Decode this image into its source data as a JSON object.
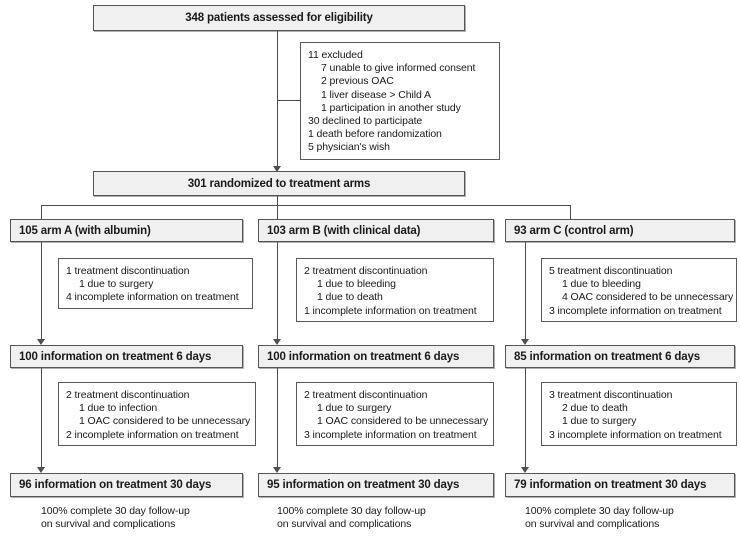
{
  "diagram": {
    "title": "CONSORT patient flow diagram",
    "colors": {
      "box_fill_primary": "#f0f0f0",
      "box_fill_detail": "#ffffff",
      "border": "#4d4d4d",
      "text": "#1a1a1a",
      "background": "#ffffff"
    }
  },
  "enrollment": {
    "assessed_label": "348 patients assessed for eligibility",
    "randomized_label": "301 randomized to treatment arms"
  },
  "excluded_box": {
    "lines": [
      {
        "text": "11 excluded",
        "indent": false
      },
      {
        "text": "7 unable to give informed consent",
        "indent": true
      },
      {
        "text": "2 previous OAC",
        "indent": true
      },
      {
        "text": "1 liver disease > Child A",
        "indent": true
      },
      {
        "text": "1 participation in another study",
        "indent": true
      },
      {
        "text": "30 declined to participate",
        "indent": false
      },
      {
        "text": "1 death before randomization",
        "indent": false
      },
      {
        "text": "5 physician's wish",
        "indent": false
      }
    ]
  },
  "arms": [
    {
      "id": "arm-a",
      "header": "105 arm A (with albumin)",
      "losses_first": [
        {
          "text": "1  treatment discontinuation",
          "indent": false
        },
        {
          "text": "1 due to surgery",
          "indent": true
        },
        {
          "text": "4  incomplete information on treatment",
          "indent": false
        }
      ],
      "followup_6days": "100 information on treatment 6 days",
      "losses_second": [
        {
          "text": "2 treatment discontinuation",
          "indent": false
        },
        {
          "text": "1 due to infection",
          "indent": true
        },
        {
          "text": "1 OAC considered to be unnecessary",
          "indent": true
        },
        {
          "text": "2  incomplete information on treatment",
          "indent": false
        }
      ],
      "followup_30days": "96 information on treatment 30 days",
      "footnote_line1": "100% complete 30 day follow-up",
      "footnote_line2": "on survival and complications"
    },
    {
      "id": "arm-b",
      "header": "103 arm B (with clinical data)",
      "losses_first": [
        {
          "text": "2 treatment discontinuation",
          "indent": false
        },
        {
          "text": "1 due to bleeding",
          "indent": true
        },
        {
          "text": "1 due to death",
          "indent": true
        },
        {
          "text": "1 incomplete information on treatment",
          "indent": false
        }
      ],
      "followup_6days": "100 information on treatment 6 days",
      "losses_second": [
        {
          "text": "2 treatment discontinuation",
          "indent": false
        },
        {
          "text": "1 due to surgery",
          "indent": true
        },
        {
          "text": "1 OAC considered to be unnecessary",
          "indent": true
        },
        {
          "text": "3 incomplete information on treatment",
          "indent": false
        }
      ],
      "followup_30days": "95 information on treatment 30 days",
      "footnote_line1": "100% complete 30 day follow-up",
      "footnote_line2": "on survival and complications"
    },
    {
      "id": "arm-c",
      "header": "93 arm C (control arm)",
      "losses_first": [
        {
          "text": "5 treatment discontinuation",
          "indent": false
        },
        {
          "text": "1 due to bleeding",
          "indent": true
        },
        {
          "text": "4 OAC considered to be unnecessary",
          "indent": true
        },
        {
          "text": "3 incomplete information on treatment",
          "indent": false
        }
      ],
      "followup_6days": "85 information on treatment 6 days",
      "losses_second": [
        {
          "text": "3 treatment discontinuation",
          "indent": false
        },
        {
          "text": "2 due to death",
          "indent": true
        },
        {
          "text": "1 due to surgery",
          "indent": true
        },
        {
          "text": "3 incomplete information on treatment",
          "indent": false
        }
      ],
      "followup_30days": "79 information on treatment 30 days",
      "footnote_line1": "100% complete 30 day follow-up",
      "footnote_line2": "on survival and complications"
    }
  ]
}
